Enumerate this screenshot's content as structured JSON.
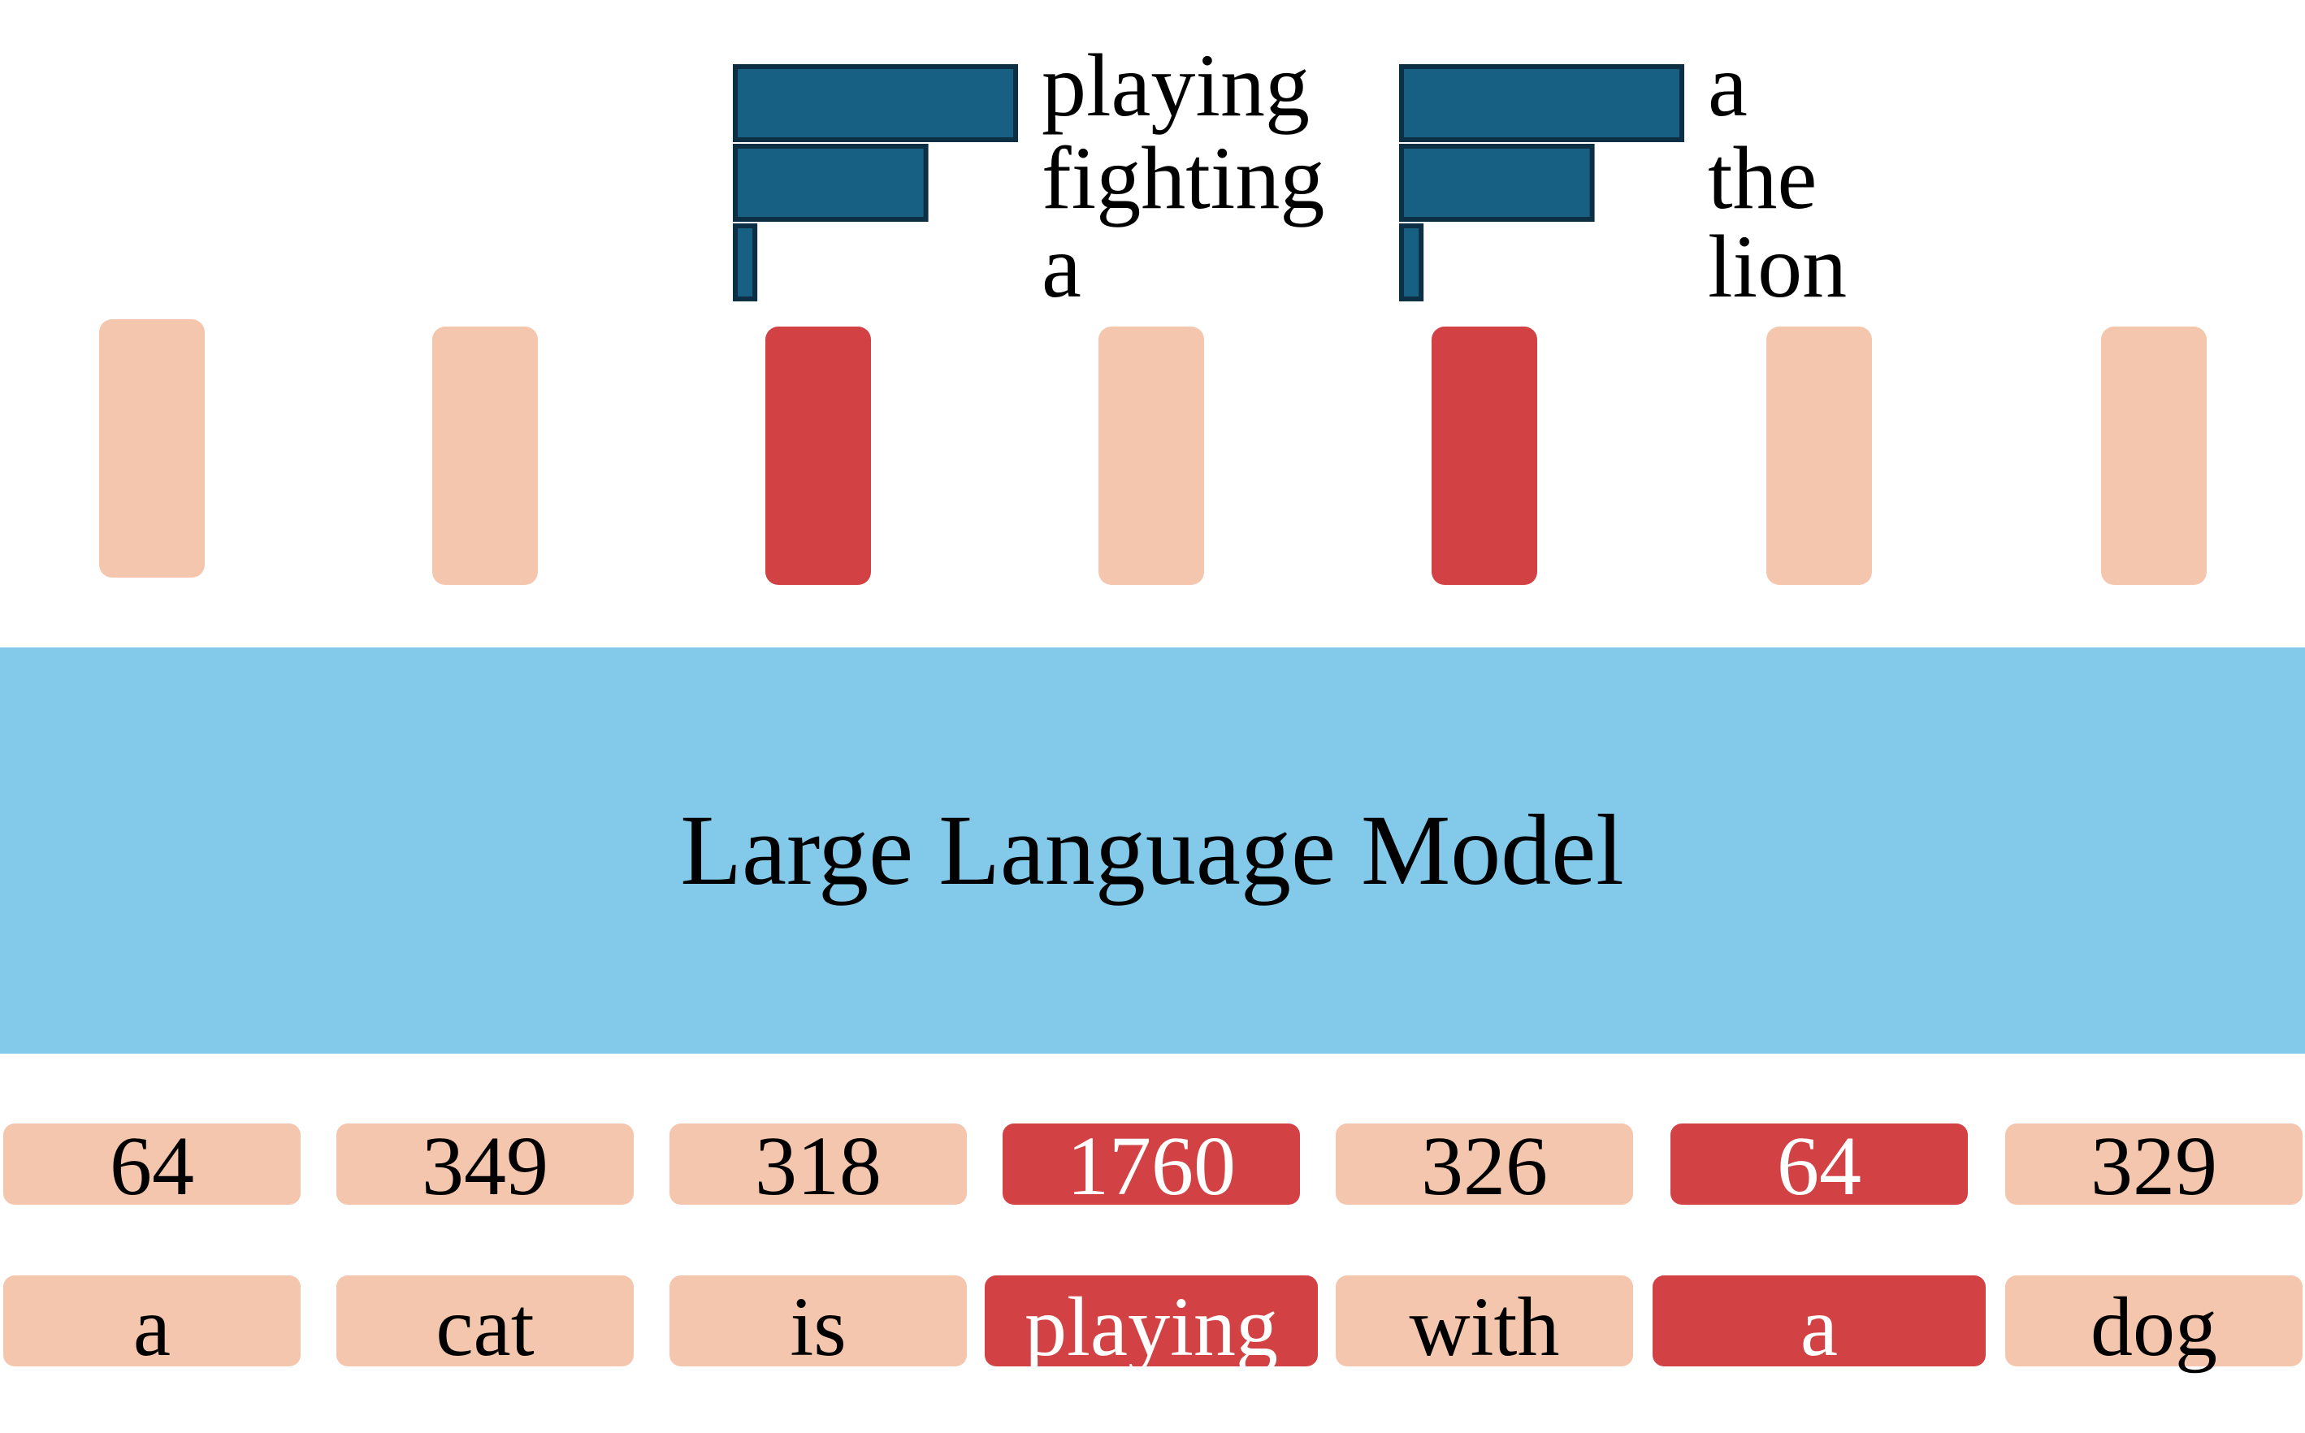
{
  "model": {
    "label": "Large Language Model"
  },
  "tokens": [
    {
      "id": "64",
      "word": "a",
      "masked": false
    },
    {
      "id": "349",
      "word": "cat",
      "masked": false
    },
    {
      "id": "318",
      "word": "is",
      "masked": false
    },
    {
      "id": "1760",
      "word": "playing",
      "masked": true
    },
    {
      "id": "326",
      "word": "with",
      "masked": false
    },
    {
      "id": "64",
      "word": "a",
      "masked": true
    },
    {
      "id": "329",
      "word": "dog",
      "masked": false
    }
  ],
  "predictions": [
    {
      "token_index": 2,
      "candidates": [
        {
          "word": "playing",
          "prob": 1.0
        },
        {
          "word": "fighting",
          "prob": 0.68
        },
        {
          "word": "a",
          "prob": 0.07
        }
      ]
    },
    {
      "token_index": 4,
      "candidates": [
        {
          "word": "a",
          "prob": 1.0
        },
        {
          "word": "the",
          "prob": 0.68
        },
        {
          "word": "lion",
          "prob": 0.07
        }
      ]
    }
  ],
  "colors": {
    "normal_token": "#f5c6ae",
    "highlight_token": "#d24143",
    "model_block": "#83c9ea",
    "bar_fill": "#176084",
    "bar_stroke": "#0c2f44",
    "text_dark": "#000000",
    "text_light": "#ffffff"
  }
}
